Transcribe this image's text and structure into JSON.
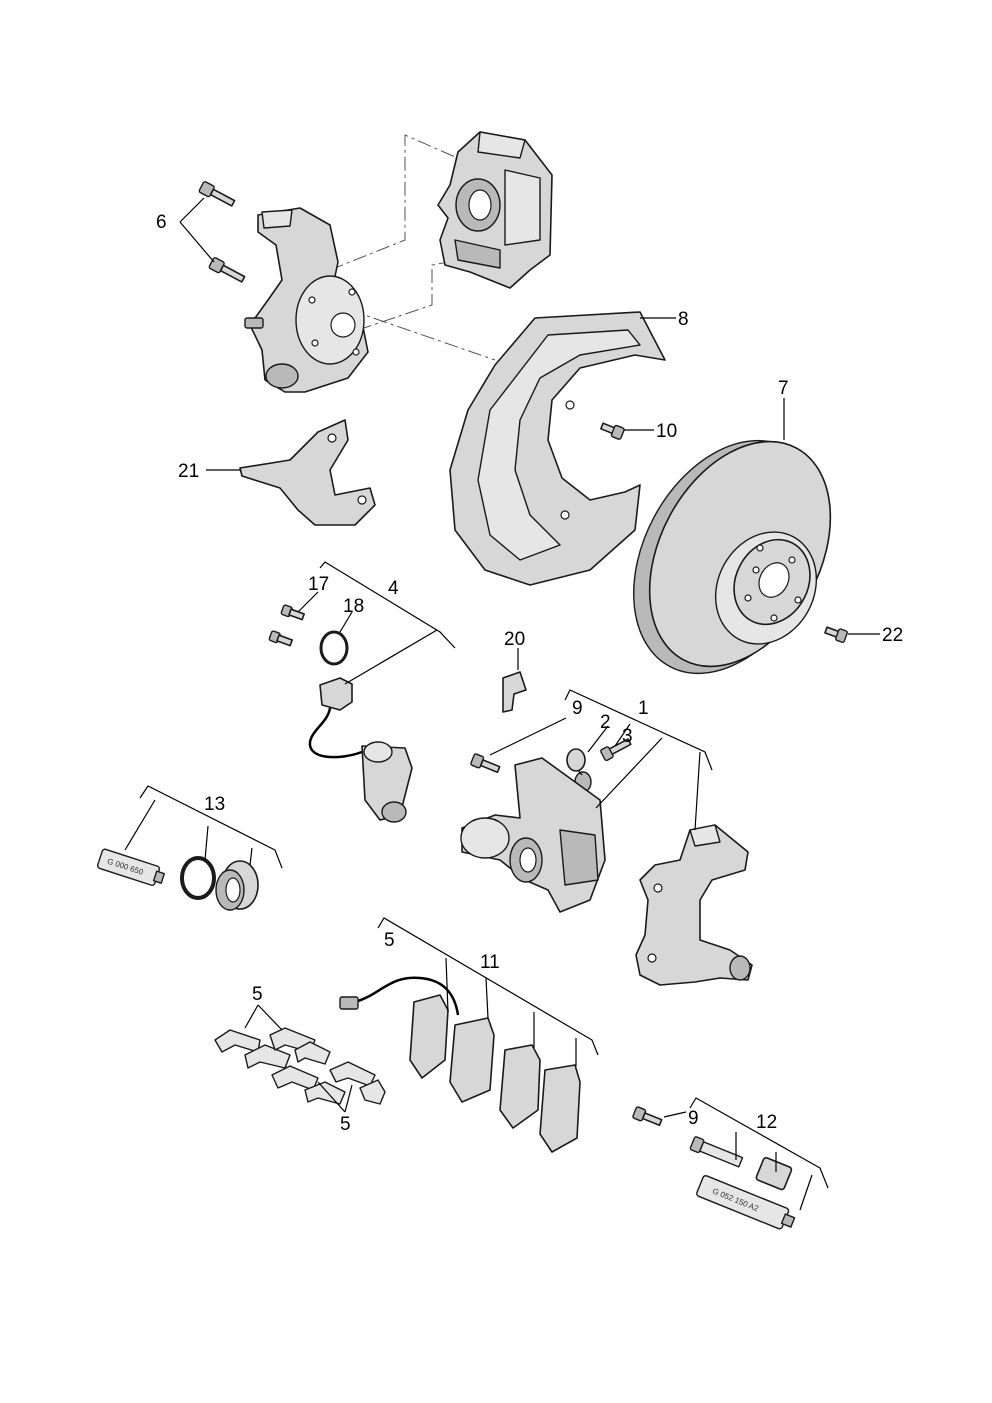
{
  "callouts": {
    "n1": "1",
    "n2": "2",
    "n3": "3",
    "n4": "4",
    "n5a": "5",
    "n5b": "5",
    "n5c": "5",
    "n6": "6",
    "n7": "7",
    "n8": "8",
    "n9a": "9",
    "n9b": "9",
    "n10": "10",
    "n11": "11",
    "n12": "12",
    "n13": "13",
    "n17": "17",
    "n18": "18",
    "n20": "20",
    "n21": "21",
    "n22": "22"
  },
  "tube_labels": {
    "small": "G 000 650",
    "large": "G 052 150 A2"
  }
}
